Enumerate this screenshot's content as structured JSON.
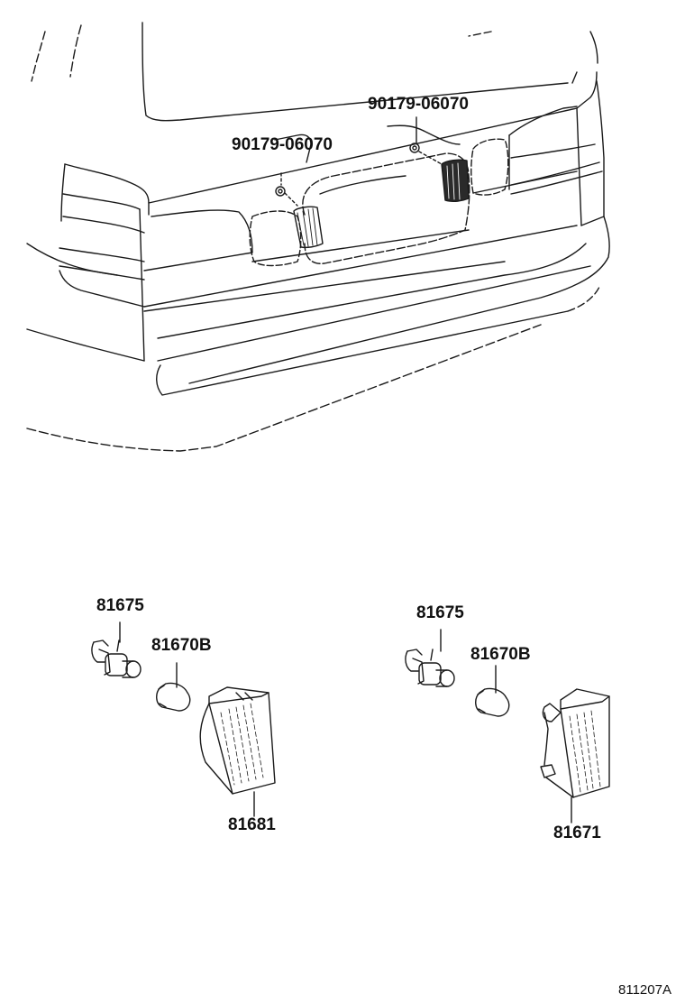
{
  "labels": {
    "screw_left": "90179-06070",
    "screw_right": "90179-06070",
    "socket_left": "81675",
    "bulb_left": "81670B",
    "lamp_left": "81681",
    "socket_right": "81675",
    "bulb_right": "81670B",
    "lamp_right": "81671"
  },
  "diagram_id": "811207A",
  "colors": {
    "line": "#1a1a1a",
    "background": "#ffffff"
  }
}
